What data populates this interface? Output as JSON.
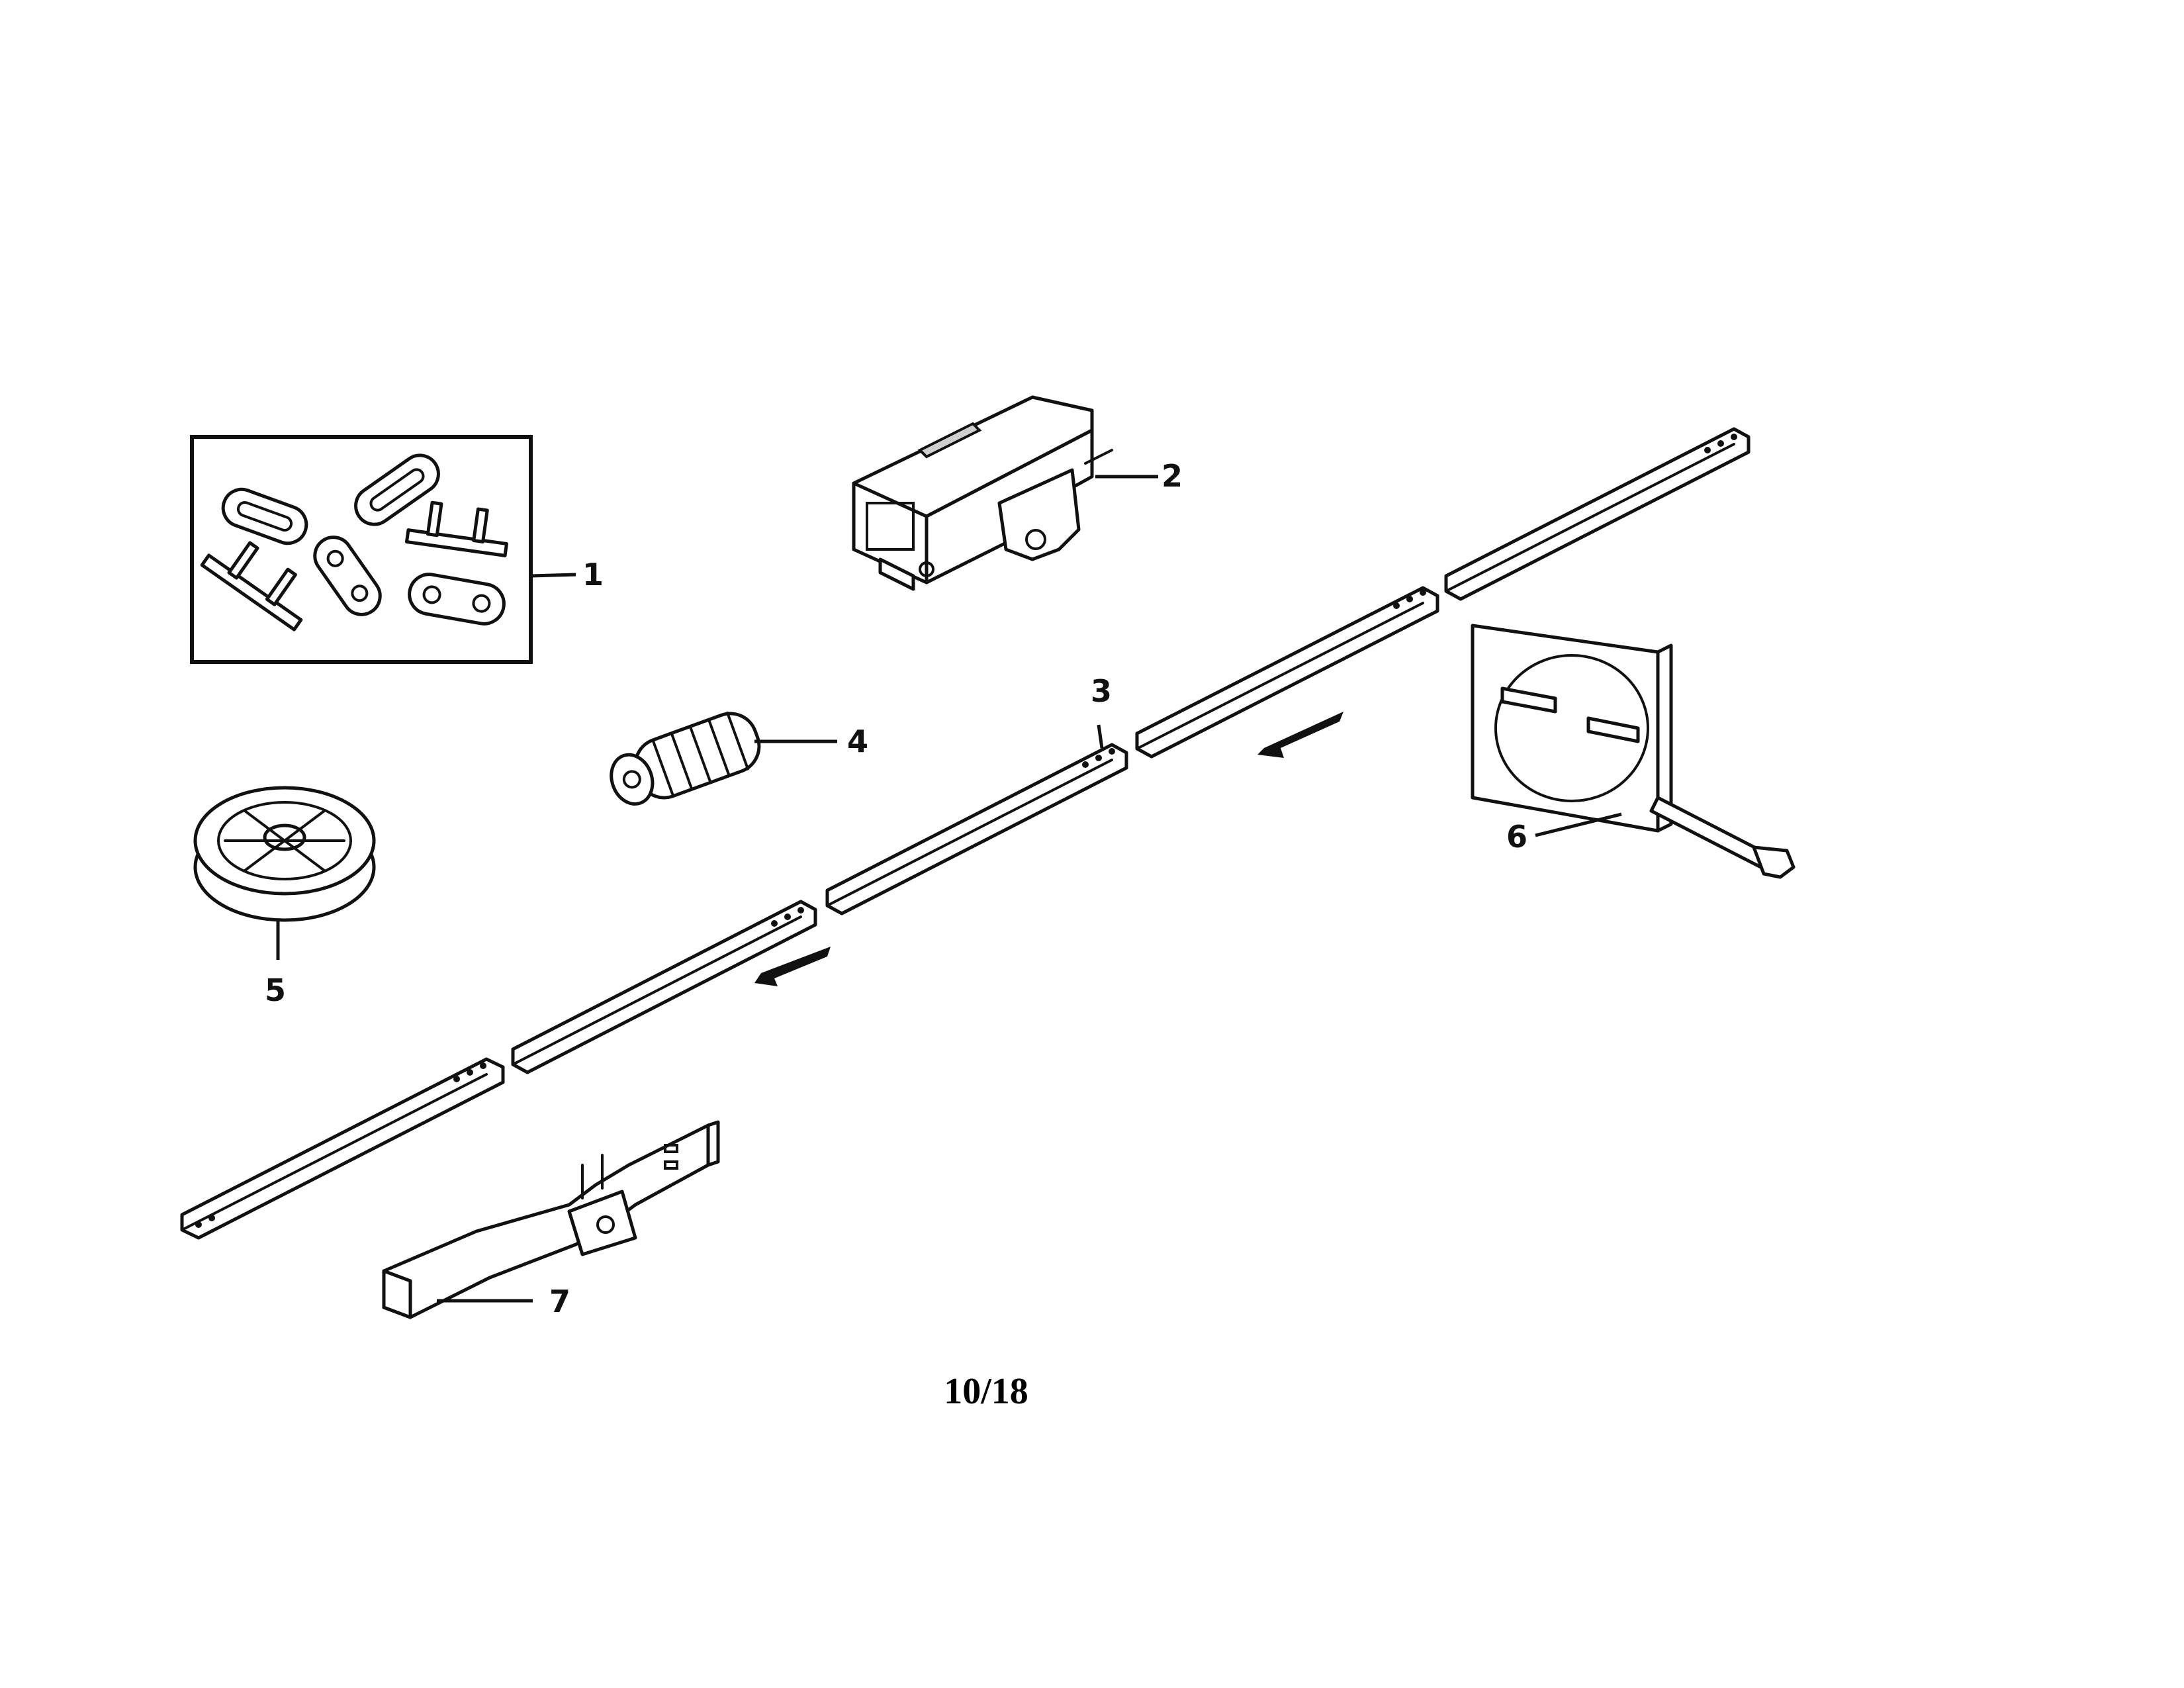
{
  "page": {
    "number": "10/18"
  },
  "callouts": [
    {
      "id": "1",
      "label": "1"
    },
    {
      "id": "2",
      "label": "2"
    },
    {
      "id": "3",
      "label": "3"
    },
    {
      "id": "4",
      "label": "4"
    },
    {
      "id": "5",
      "label": "5"
    },
    {
      "id": "6",
      "label": "6"
    },
    {
      "id": "7",
      "label": "7"
    }
  ]
}
